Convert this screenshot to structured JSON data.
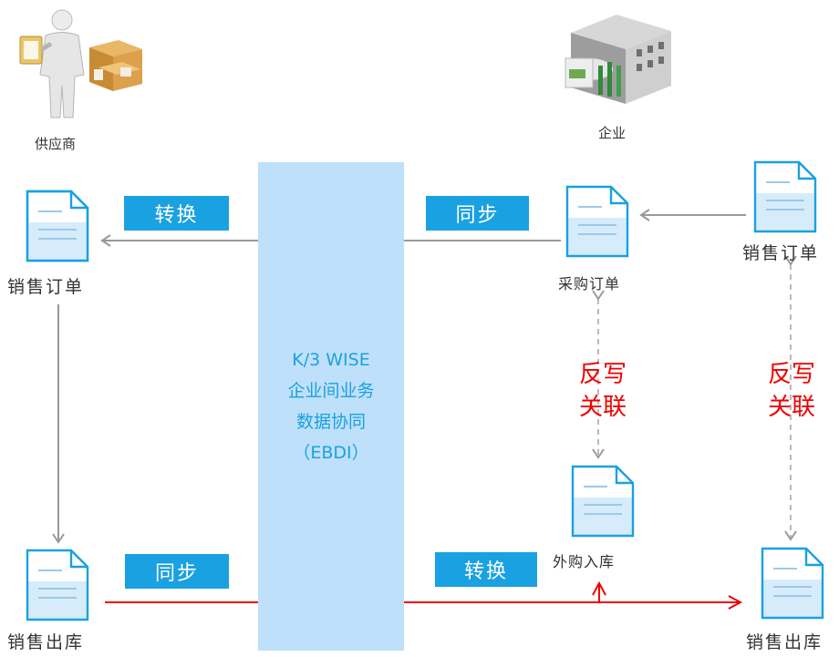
{
  "actors": {
    "supplier": {
      "label": "供应商",
      "icon": "supplier-person-boxes-icon"
    },
    "enterprise": {
      "label": "企业",
      "icon": "enterprise-building-icon"
    }
  },
  "center_band": {
    "lines": [
      "K/3 WISE",
      "企业间业务",
      "数据协同",
      "（EBDI）"
    ],
    "text_color": "#1aa1e1",
    "fill_color": "#bfe0fa"
  },
  "documents": {
    "supplier_sales_order": "销售订单",
    "supplier_sales_outbound": "销售出库",
    "purchase_order": "采购订单",
    "enterprise_sales_order": "销售订单",
    "external_purchase_inbound": "外购入库",
    "enterprise_sales_outbound": "销售出库"
  },
  "tags": {
    "convert_top": "转换",
    "sync_top": "同步",
    "sync_bottom": "同步",
    "convert_bottom": "转换"
  },
  "writeback": {
    "left": [
      "反写",
      "关联"
    ],
    "right": [
      "反写",
      "关联"
    ],
    "color": "#ee0000"
  },
  "colors": {
    "tag_bg": "#1aa1e1",
    "arrow_gray": "#999999",
    "arrow_red": "#ee0000",
    "doc_icon_blue": "#1aa1e1"
  }
}
